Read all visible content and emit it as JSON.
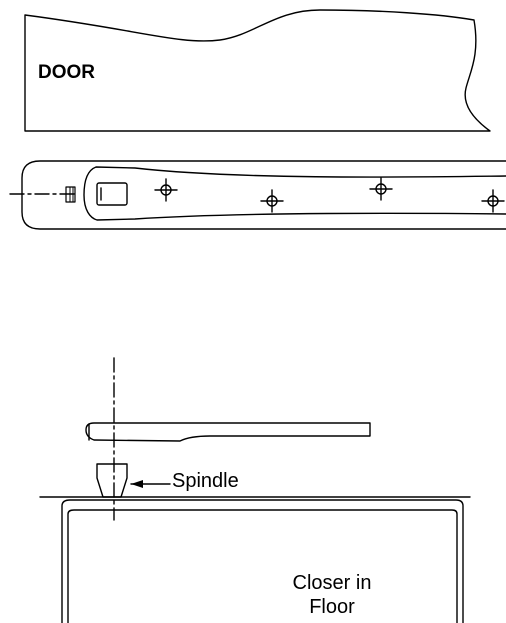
{
  "labels": {
    "door": "DOOR",
    "spindle": "Spindle",
    "closer_line1": "Closer in",
    "closer_line2": "Floor"
  },
  "colors": {
    "line": "#000000",
    "background": "#ffffff"
  }
}
